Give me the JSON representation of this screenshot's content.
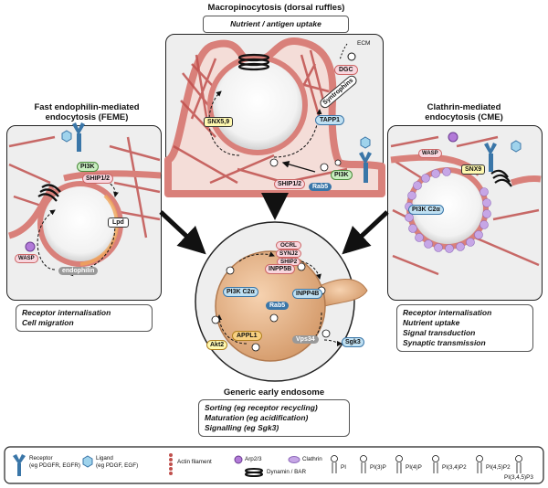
{
  "macro": {
    "title": "Macropinocytosis (dorsal ruffles)",
    "caption": "Nutrient / antigen uptake",
    "labels": {
      "ecm": "ECM",
      "dgc": "DGC",
      "syntrophins": "Syntrophins",
      "tapp1": "TAPP1",
      "snx59": "SNX5,9",
      "ship12": "SHIP1/2",
      "pi3k": "PI3K",
      "rab5": "Rab5"
    }
  },
  "feme": {
    "title_line1": "Fast endophilin-mediated",
    "title_line2": "endocytosis (FEME)",
    "caption_line1": "Receptor internalisation",
    "caption_line2": "Cell migration",
    "labels": {
      "pi3k": "PI3K",
      "ship12": "SHIP1/2",
      "lpd": "Lpd",
      "wasp": "WASP",
      "endophilin": "endophilin"
    }
  },
  "cme": {
    "title_line1": "Clathrin-mediated",
    "title_line2": "endocytosis (CME)",
    "caption_lines": [
      "Receptor internalisation",
      "Nutrient uptake",
      "Signal transduction",
      "Synaptic transmission"
    ],
    "labels": {
      "wasp": "WASP",
      "snx9": "SNX9",
      "pi3kc2a": "PI3K C2α"
    }
  },
  "endosome": {
    "title": "Generic early endosome",
    "caption_lines": [
      "Sorting (eg receptor recycling)",
      "Maturation (eg acidification)",
      "Signalling (eg Sgk3)"
    ],
    "labels": {
      "ocrl": "OCRL",
      "synj2": "SYNJ2",
      "ship2": "SHIP2",
      "inpp5b": "INPP5B",
      "pi3kc2a": "PI3K C2α",
      "rab5": "Rab5",
      "inpp4b": "INPP4B",
      "appl1": "APPL1",
      "akt2": "Akt2",
      "vps34": "Vps34",
      "sgk3": "Sgk3"
    }
  },
  "legend": {
    "receptor_line1": "Receptor",
    "receptor_line2": "(eg PDGFR, EGFR)",
    "ligand_line1": "Ligand",
    "ligand_line2": "(eg PDGF, EGF)",
    "actin": "Actin filament",
    "arp23": "Arp2/3",
    "clathrin": "Clathrin",
    "dynamin": "Dynamin / BAR",
    "pi": "PI",
    "pi3p": "PI(3)P",
    "pi4p": "PI(4)P",
    "pi34p2": "PI(3,4)P2",
    "pi45p2": "PI(4,5)P2",
    "pi345p3": "PI(3,4,5)P3"
  },
  "colors": {
    "membrane": "#d9807a",
    "membrane_dark": "#b0504c",
    "actin": "#c0504d",
    "clathrin": "#c6a6e6",
    "yellow_box": "#fff9b0",
    "blue_oval": "#bfe0f2",
    "green_oval": "#c8eec0",
    "orange_oval": "#f7d080",
    "pink_oval": "#f8d6de",
    "endosome_body": "#e8b48a"
  }
}
